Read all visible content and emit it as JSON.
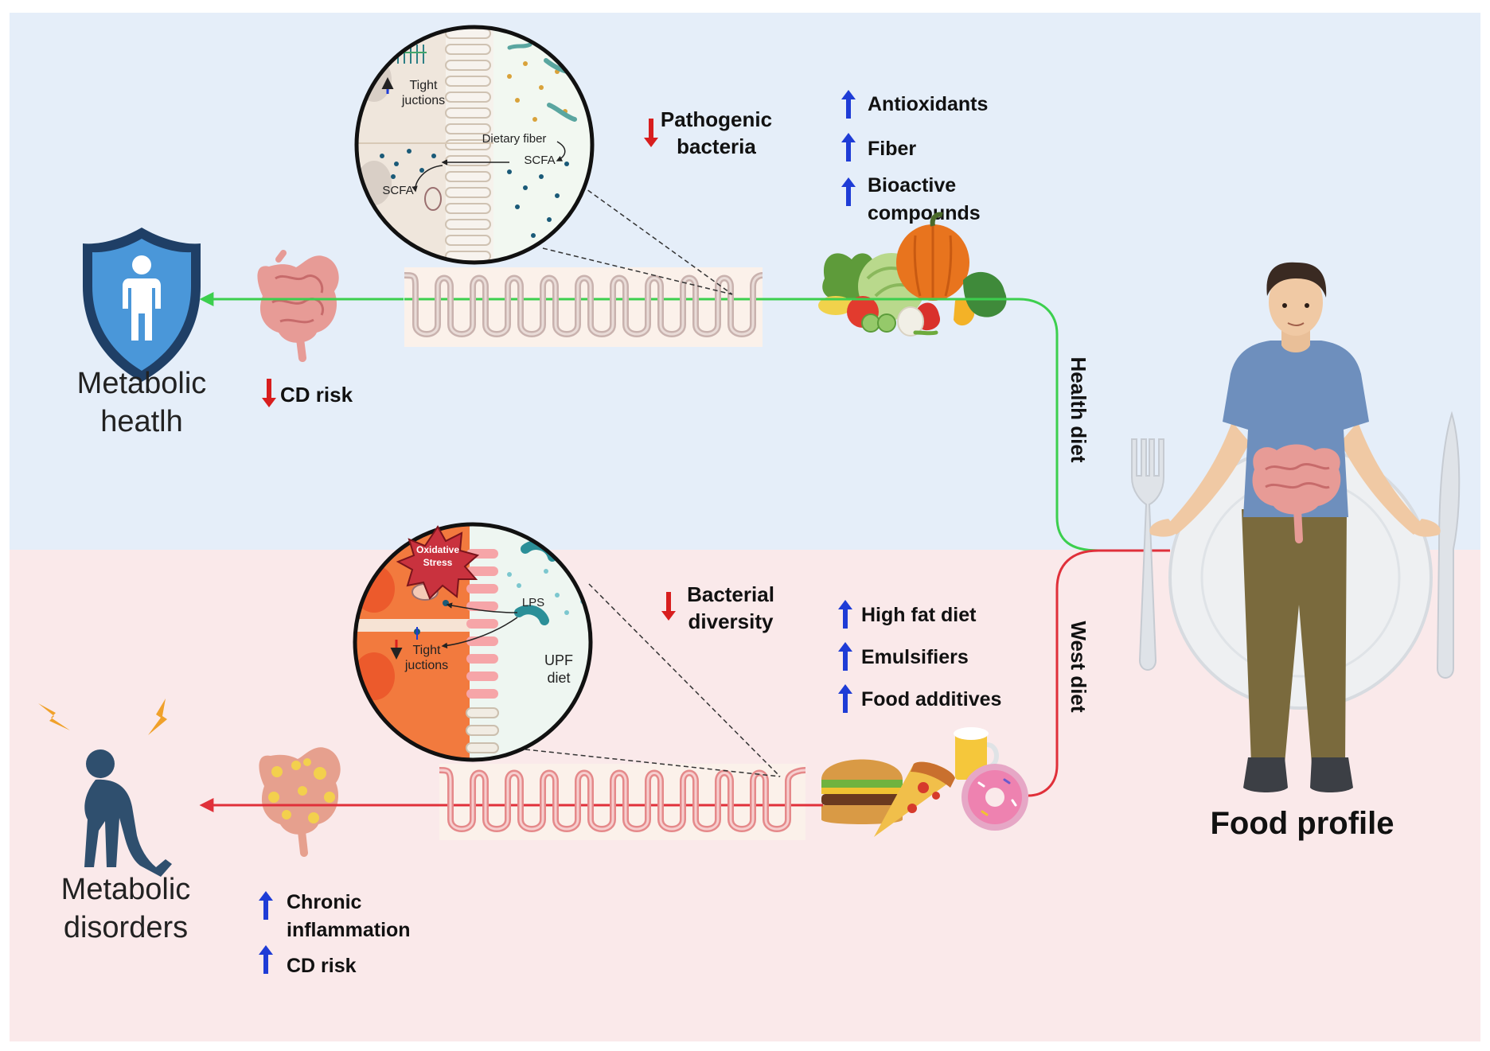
{
  "top_panel": {
    "outcome_label_line1": "Metabolic",
    "outcome_label_line2": "heatlh",
    "risk_label": "CD risk",
    "microbe_label_line1": "Pathogenic",
    "microbe_label_line2": "bacteria",
    "nutrients": [
      {
        "line1": "Antioxidants",
        "line2": ""
      },
      {
        "line1": "Fiber",
        "line2": ""
      },
      {
        "line1": "Bioactive",
        "line2": "compounds"
      }
    ],
    "diet_label": "Health diet",
    "zoom": {
      "tight_line1": "Tight",
      "tight_line2": "juctions",
      "fiber_label": "Dietary fiber",
      "scfa_label_a": "SCFA",
      "scfa_label_b": "SCFA"
    }
  },
  "bottom_panel": {
    "outcome_label_line1": "Metabolic",
    "outcome_label_line2": "disorders",
    "effects": [
      {
        "line1": "Chronic",
        "line2": "inflammation"
      },
      {
        "line1": "CD risk",
        "line2": ""
      }
    ],
    "microbe_label_line1": "Bacterial",
    "microbe_label_line2": "diversity",
    "components": [
      "High fat diet",
      "Emulsifiers",
      "Food additives"
    ],
    "diet_label": "West diet",
    "zoom": {
      "stress_line1": "Oxidative",
      "stress_line2": "Stress",
      "lps_label": "LPS",
      "tight_line1": "Tight",
      "tight_line2": "juctions",
      "upf_line1": "UPF",
      "upf_line2": "diet"
    }
  },
  "person_label": "Food profile",
  "colors": {
    "top_bg": "#e5eef9",
    "bottom_bg": "#fae9ea",
    "health_line": "#3ccf4e",
    "west_line": "#e0303a",
    "up_arrow": "#1e3cd6",
    "down_arrow": "#d81e1e"
  }
}
